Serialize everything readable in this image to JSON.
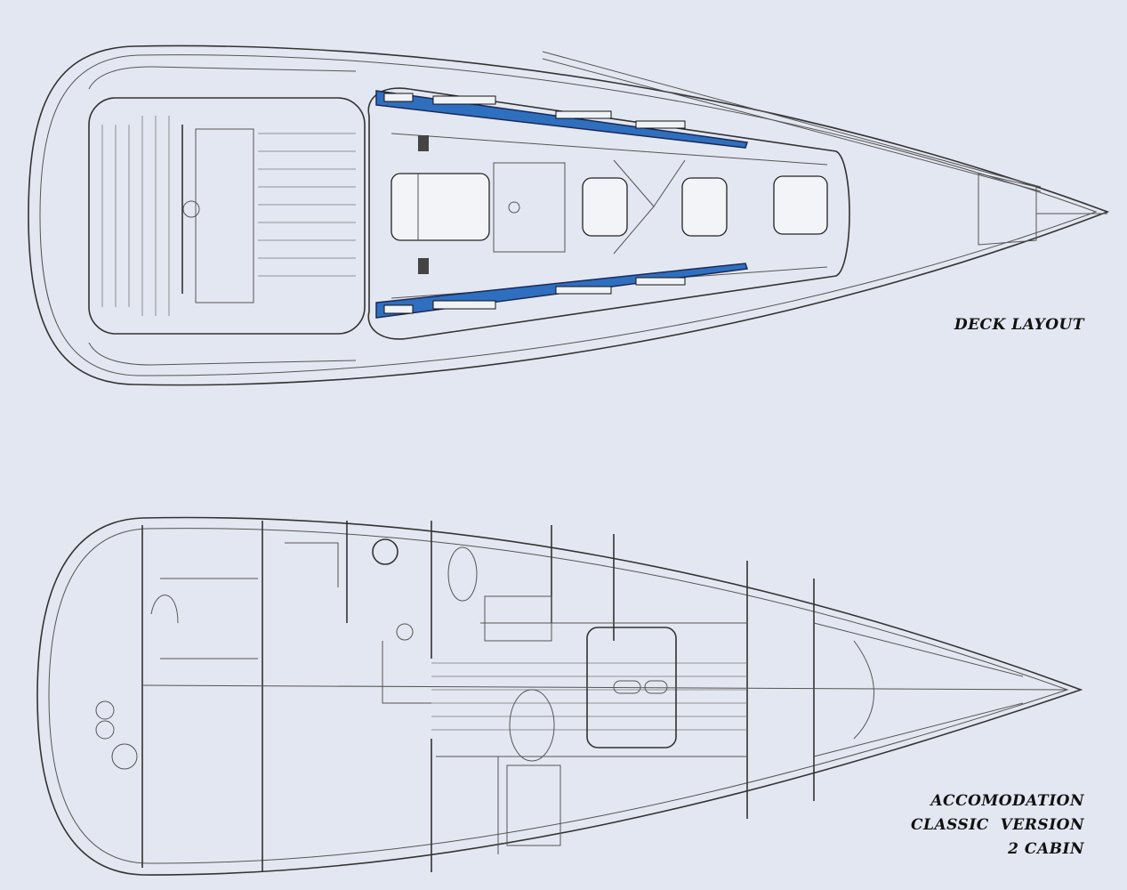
{
  "labels": {
    "deck_layout": "DECK LAYOUT",
    "accommodation": [
      "ACCOMODATION",
      "CLASSIC  VERSION",
      "2 CABIN"
    ]
  },
  "colors": {
    "background": "#e3e7f1",
    "toerail_accent": "#2f6fc0",
    "line": "#333333"
  }
}
